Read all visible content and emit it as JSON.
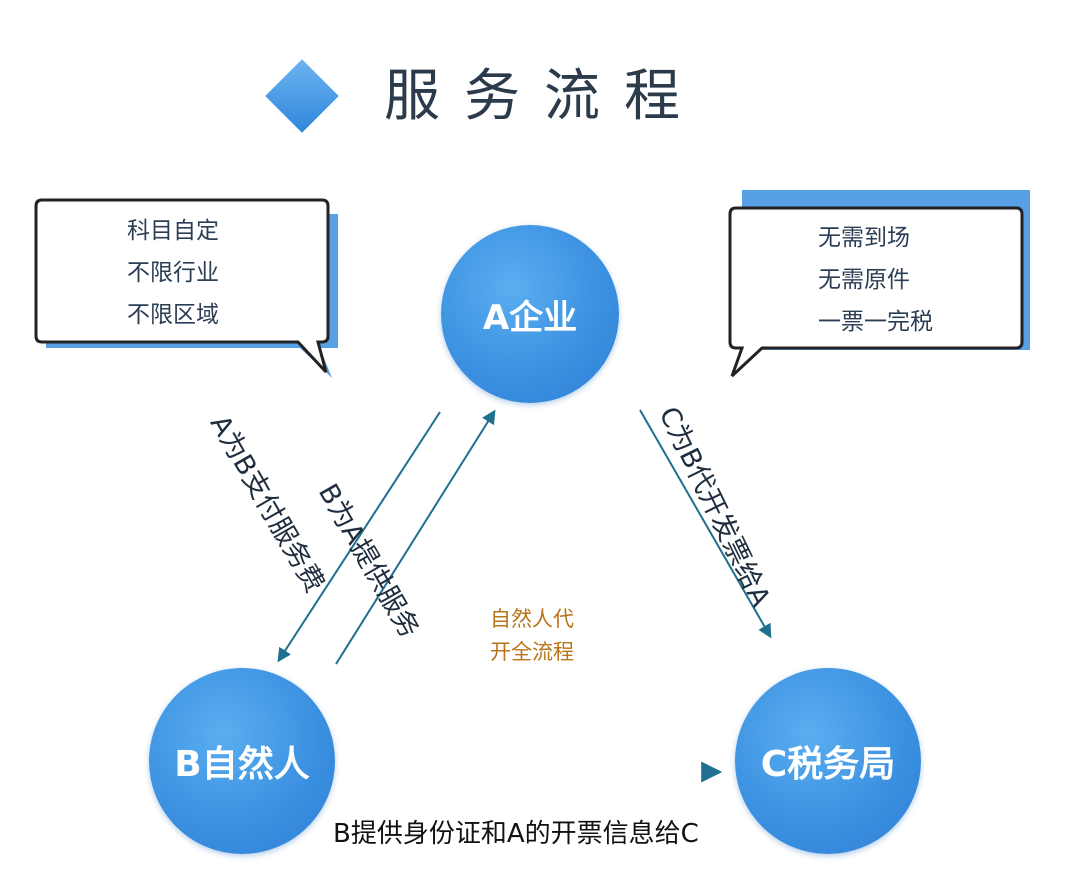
{
  "title": "服务流程",
  "nodes": {
    "a": "A企业",
    "b": "B自然人",
    "c": "C税务局"
  },
  "left_bubble": {
    "lines": [
      "科目自定",
      "不限行业",
      "不限区域"
    ]
  },
  "right_bubble": {
    "lines": [
      "无需到场",
      "无需原件",
      "一票一完税"
    ]
  },
  "edges": {
    "a_to_b": "A为B支付服务费",
    "b_to_a": "B为A提供服务",
    "c_to_a": "C为B代开发票给A",
    "b_to_c": "B提供身份证和A的开票信息给C"
  },
  "center_note": {
    "line1": "自然人代",
    "line2": "开全流程"
  },
  "colors": {
    "node_blue": "#3a8fe0",
    "accent_blue": "#2f86db",
    "arrow_teal": "#1f6f8f",
    "note_orange": "#b8741a"
  }
}
